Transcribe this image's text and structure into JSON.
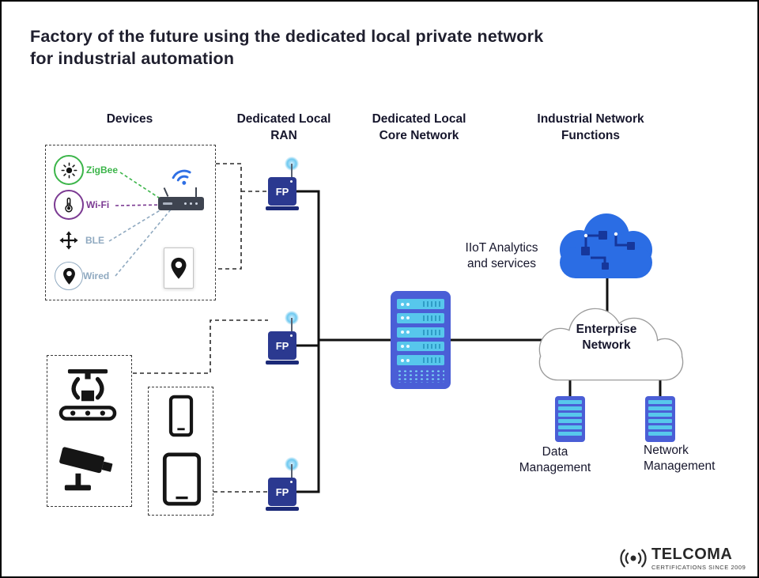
{
  "title": "Factory of the future using the dedicated local private network\nfor industrial automation",
  "column_headers": {
    "devices": "Devices",
    "ran": "Dedicated Local\nRAN",
    "core": "Dedicated Local\nCore Network",
    "functions": "Industrial Network\nFunctions"
  },
  "devices": {
    "items": [
      {
        "label": "ZigBee",
        "color": "#3cb54a",
        "icon": "smart-light-icon"
      },
      {
        "label": "Wi-Fi",
        "color": "#7b3a92",
        "icon": "thermometer-icon"
      },
      {
        "label": "BLE",
        "color": "#8fa9c0",
        "icon": "move-arrows-icon"
      },
      {
        "label": "Wired",
        "color": "#8fa9c0",
        "icon": "location-pin-icon"
      }
    ]
  },
  "ran": {
    "fp_label": "FP"
  },
  "functions": {
    "iiot_label": "IIoT Analytics\nand services",
    "enterprise_label": "Enterprise\nNetwork",
    "data_mgmt_label": "Data\nManagement",
    "network_mgmt_label": "Network\nManagement"
  },
  "logo": {
    "name": "TELCOMA",
    "tagline": "CERTIFICATIONS SINCE 2009"
  },
  "colors": {
    "fp_box": "#2b3990",
    "fp_base": "#1c2a78",
    "server_body": "#4a5ed6",
    "server_slot": "#57c7ec",
    "iiot_cloud": "#2b6de4",
    "circuit_trace": "#16379b",
    "zigbee_green": "#3cb54a",
    "wifi_purple": "#7b3a92",
    "muted_blue": "#8fa9c0",
    "line_black": "#111111"
  }
}
